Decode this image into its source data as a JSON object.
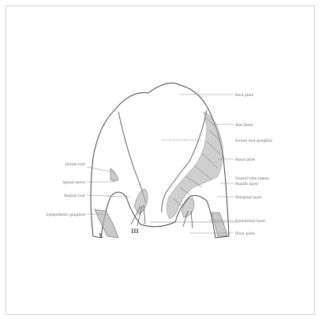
{
  "figure": {
    "colors": {
      "ink": "#444444",
      "light_ink": "#666666",
      "border": "#d2d2d2"
    },
    "labels_right": [
      "Roof plate",
      "Alar plate",
      "Dorsal root ganglion",
      "Basal plate",
      "Neural tube lumen",
      "Mantle layer",
      "Marginal layer",
      "Ependymal layer",
      "Floor plate"
    ],
    "labels_left": [
      "Dorsal root",
      "Spinal nerve",
      "Ventral root",
      "Sympathetic ganglion"
    ],
    "markers": {
      "left": "X",
      "bottom": "III"
    }
  }
}
